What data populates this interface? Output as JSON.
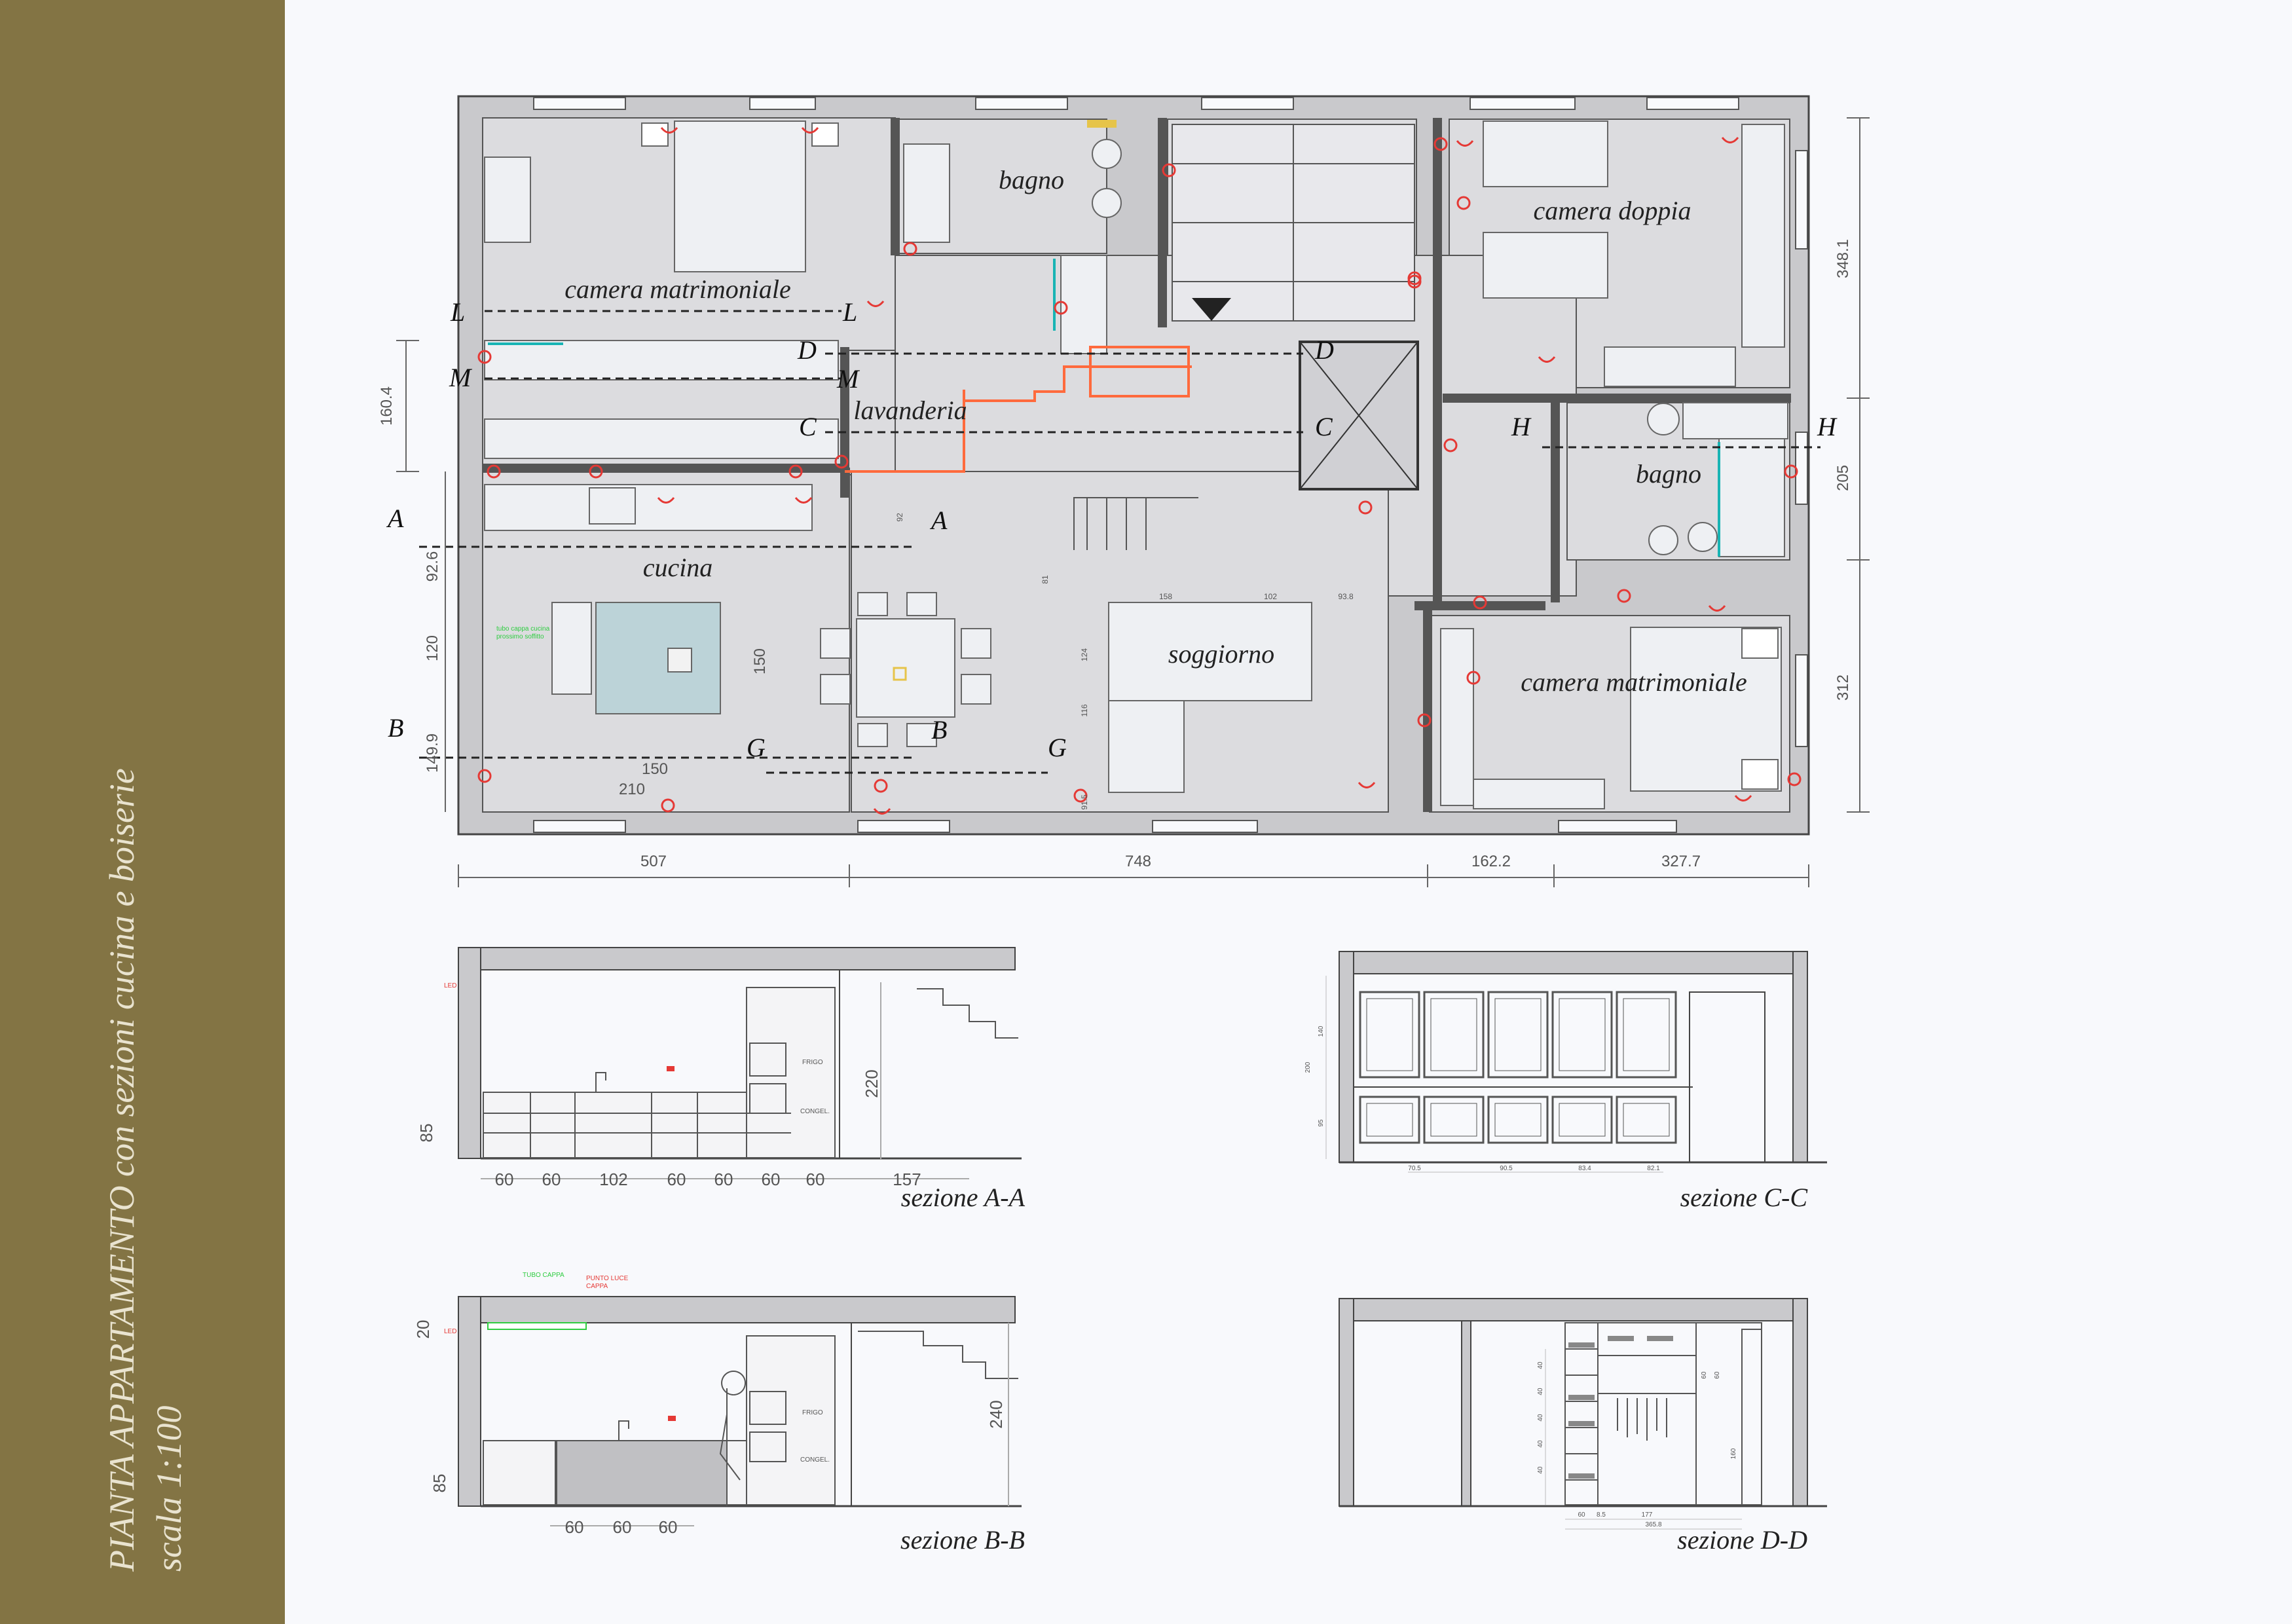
{
  "sidebar": {
    "title_main": "PIANTA APPARTAMENTO",
    "title_rest": " con sezioni cucina e boiserie",
    "scale": "scala 1:100",
    "color": "#837444"
  },
  "rooms": {
    "camera_matrimoniale_1": "camera matrimoniale",
    "bagno_1": "bagno",
    "camera_doppia": "camera doppia",
    "lavanderia": "lavanderia",
    "cucina": "cucina",
    "soggiorno": "soggiorno",
    "bagno_2": "bagno",
    "camera_matrimoniale_2": "camera matrimoniale"
  },
  "section_marks": {
    "L": "L",
    "M": "M",
    "D": "D",
    "C": "C",
    "A": "A",
    "B": "B",
    "G": "G",
    "H": "H"
  },
  "dimensions": {
    "bottom": [
      "507",
      "748",
      "162.2",
      "327.7"
    ],
    "right": [
      "348.1",
      "205",
      "312"
    ],
    "left": [
      "160.4",
      "92.6",
      "120",
      "149.9"
    ],
    "kitchen": [
      "150",
      "150",
      "210"
    ],
    "sofa": [
      "158",
      "102",
      "93.8",
      "124",
      "116",
      "91.5"
    ],
    "misc": [
      "92",
      "81"
    ]
  },
  "notes": {
    "island": "tubo cappa cucina",
    "island2": "prossimo soffitto",
    "frigo": "FRIGO",
    "congel": "CONGEL.",
    "led": "LED",
    "tubo_cappa": "TUBO CAPPA",
    "punto_luce": "PUNTO LUCE",
    "cappa": "CAPPA"
  },
  "section_aa": {
    "caption": "sezione A-A",
    "height_left": "85",
    "height_right": "220",
    "widths": [
      "60",
      "60",
      "102",
      "60",
      "60",
      "60",
      "60",
      "157"
    ]
  },
  "section_bb": {
    "caption": "sezione B-B",
    "height_top": "20",
    "height_left": "85",
    "height_right": "240",
    "widths": [
      "60",
      "60",
      "60"
    ]
  },
  "section_cc": {
    "caption": "sezione C-C",
    "heights": [
      "140",
      "95",
      "200"
    ],
    "widths": [
      "70.5",
      "90.5",
      "83.4",
      "82.1"
    ]
  },
  "section_dd": {
    "caption": "sezione D-D",
    "heights": [
      "40",
      "40",
      "40",
      "40",
      "40",
      "60",
      "60",
      "160"
    ],
    "widths": [
      "60",
      "8.5",
      "177",
      "365.8"
    ]
  },
  "colors": {
    "wall": "#c9c9cc",
    "floor": "#dcdcdf",
    "electric": "#e53935",
    "plumbing": "#ff6a3d",
    "green_note": "#2ecc40",
    "gold": "#e6c44a"
  }
}
